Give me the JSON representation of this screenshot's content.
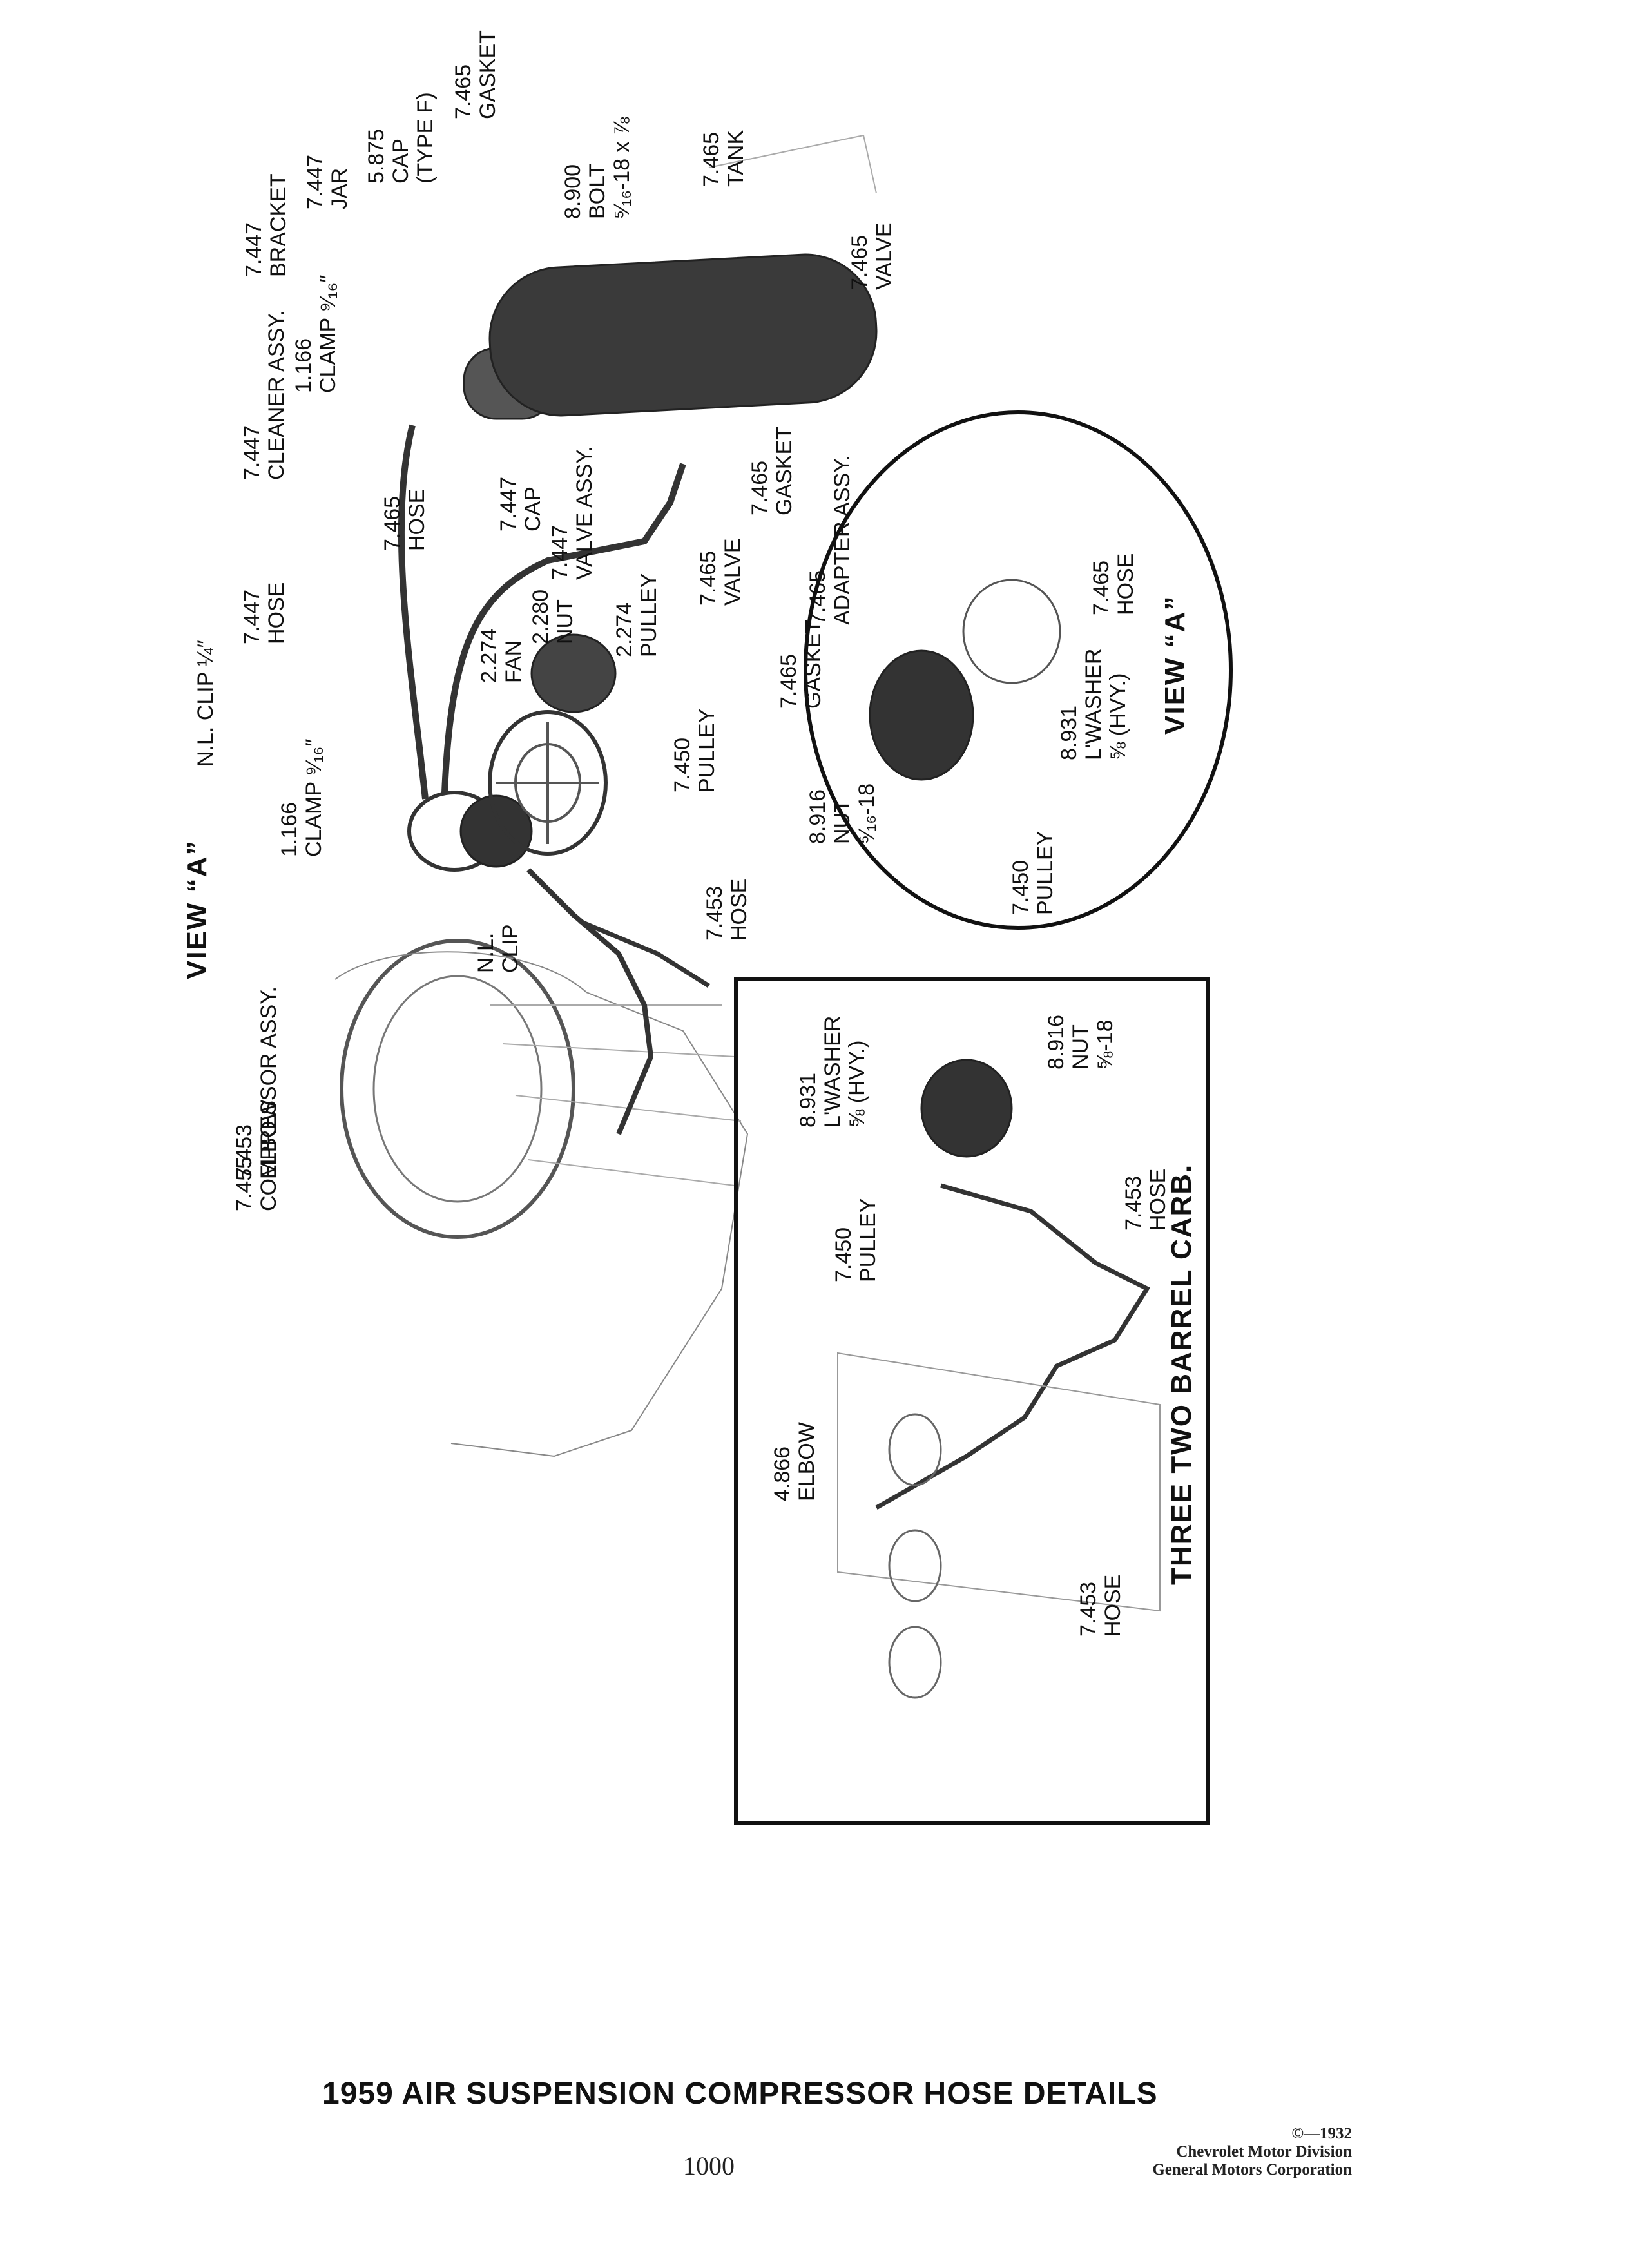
{
  "caption": "1959 AIR SUSPENSION COMPRESSOR HOSE DETAILS",
  "page_number": "1000",
  "copyright": {
    "line1": "©—1932",
    "line2": "Chevrolet Motor Division",
    "line3": "General Motors Corporation"
  },
  "labels": {
    "view_a_left": "VIEW “A”",
    "compressor_assy": "7.455\nCOMPRESSOR ASSY.",
    "elbow_main": "7.453\nELBOW",
    "nl_clip": "N.L.\nCLIP",
    "clamp_lower": "1.166\nCLAMP ⁹⁄₁₆″",
    "nl_clip_quarter": "N.L. CLIP ¼″",
    "hose_447": "7.447\nHOSE",
    "hose_453_main": "7.453\nHOSE",
    "pulley_450_main": "7.450\nPULLEY",
    "fan_274": "2.274\nFAN",
    "nut_280": "2.280\nNUT",
    "pulley_274": "2.274\nPULLEY",
    "hose_465": "7.465\nHOSE",
    "cleaner_assy": "7.447\nCLEANER ASSY.",
    "cap_447": "7.447\nCAP",
    "valve_assy_447": "7.447\nVALVE ASSY.",
    "clamp_upper": "1.166\nCLAMP ⁹⁄₁₆″",
    "bracket_447": "7.447\nBRACKET",
    "jar_447": "7.447\nJAR",
    "cap_type_f": "5.875\nCAP\n(TYPE F)",
    "gasket_top": "7.465\nGASKET",
    "bolt_900": "8.900\nBOLT\n⁵⁄₁₆-18 x ⅞",
    "tank_465": "7.465\nTANK",
    "valve_465_right": "7.465\nVALVE",
    "valve_465_mid": "7.465\nVALVE",
    "gasket_465_mid": "7.465\nGASKET",
    "gasket_circle": "7.465\nGASKET",
    "adapter_assy": "7.465\nADAPTER ASSY.",
    "hose_465_circle": "7.465\nHOSE",
    "nut_916_circle": "8.916\nNUT\n⁵⁄₁₆-18",
    "washer_931_circle": "8.931\nL'WASHER\n⅝ (HVY.)",
    "pulley_450_circle": "7.450\nPULLEY",
    "view_a_circle": "VIEW “A”",
    "washer_931_inset": "8.931\nL'WASHER\n⅝ (HVY.)",
    "nut_916_inset": "8.916\nNUT\n⅝-18",
    "hose_453_inset": "7.453\nHOSE",
    "pulley_450_inset": "7.450\nPULLEY",
    "three_two_barrel": "THREE TWO BARREL CARB.",
    "elbow_866_inset": "4.866\nELBOW",
    "hose_453_inset_bottom": "7.453\nHOSE"
  }
}
